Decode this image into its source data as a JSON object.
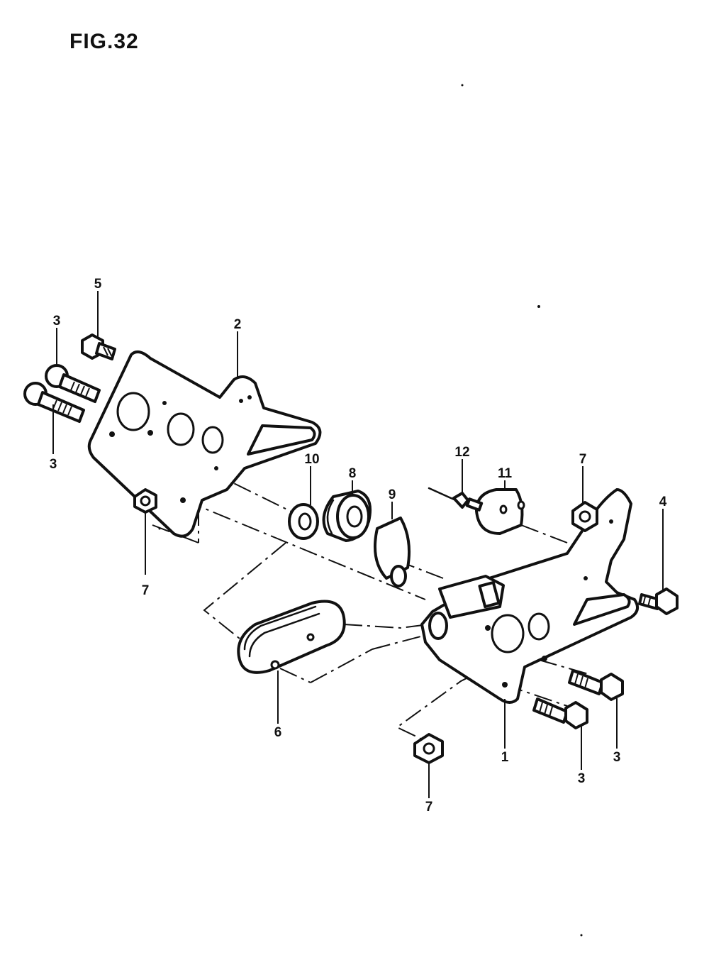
{
  "figure": {
    "title": "FIG.32"
  },
  "callouts": [
    {
      "id": "c5",
      "text": "5"
    },
    {
      "id": "c3a",
      "text": "3"
    },
    {
      "id": "c3b",
      "text": "3"
    },
    {
      "id": "c2",
      "text": "2"
    },
    {
      "id": "c10",
      "text": "10"
    },
    {
      "id": "c8",
      "text": "8"
    },
    {
      "id": "c9",
      "text": "9"
    },
    {
      "id": "c12",
      "text": "12"
    },
    {
      "id": "c11",
      "text": "11"
    },
    {
      "id": "c7a",
      "text": "7"
    },
    {
      "id": "c4",
      "text": "4"
    },
    {
      "id": "c7b",
      "text": "7"
    },
    {
      "id": "c6",
      "text": "6"
    },
    {
      "id": "c1",
      "text": "1"
    },
    {
      "id": "c3c",
      "text": "3"
    },
    {
      "id": "c3d",
      "text": "3"
    },
    {
      "id": "c7c",
      "text": "7"
    }
  ]
}
